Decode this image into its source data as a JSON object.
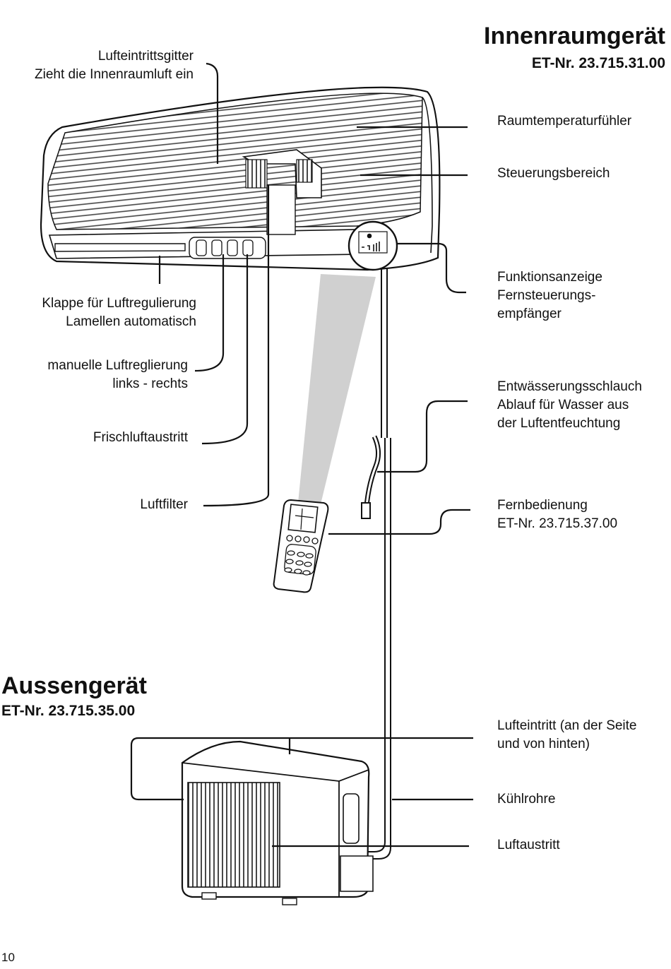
{
  "indoor": {
    "title": "Innenraumgerät",
    "part_no": "ET-Nr. 23.715.31.00"
  },
  "outdoor": {
    "title": "Aussengerät",
    "part_no": "ET-Nr. 23.715.35.00"
  },
  "labels": {
    "air_inlet_grille": [
      "Lufteintrittsgitter",
      "Zieht die Innenraumluft ein"
    ],
    "flap": [
      "Klappe für Luftregulierung",
      "Lamellen automatisch"
    ],
    "manual_air": [
      "manuelle Luftreglierung",
      "links - rechts"
    ],
    "fresh_air_outlet": [
      "Frischluftaustritt"
    ],
    "air_filter": [
      "Luftfilter"
    ],
    "room_temp_sensor": [
      "Raumtemperaturfühler"
    ],
    "control_area": [
      "Steuerungsbereich"
    ],
    "function_display": [
      "Funktionsanzeige",
      "Fernsteuerungs-",
      "empfänger"
    ],
    "drain_hose": [
      "Entwässerungsschlauch",
      "Ablauf für Wasser aus",
      "der Luftentfeuchtung"
    ],
    "remote": [
      "Fernbedienung",
      "ET-Nr. 23.715.37.00"
    ],
    "outdoor_air_inlet": [
      "Lufteintritt (an der Seite",
      "und von hinten)"
    ],
    "cooling_pipes": [
      "Kühlrohre"
    ],
    "air_outlet": [
      "Luftaustritt"
    ]
  },
  "page_number": "10"
}
